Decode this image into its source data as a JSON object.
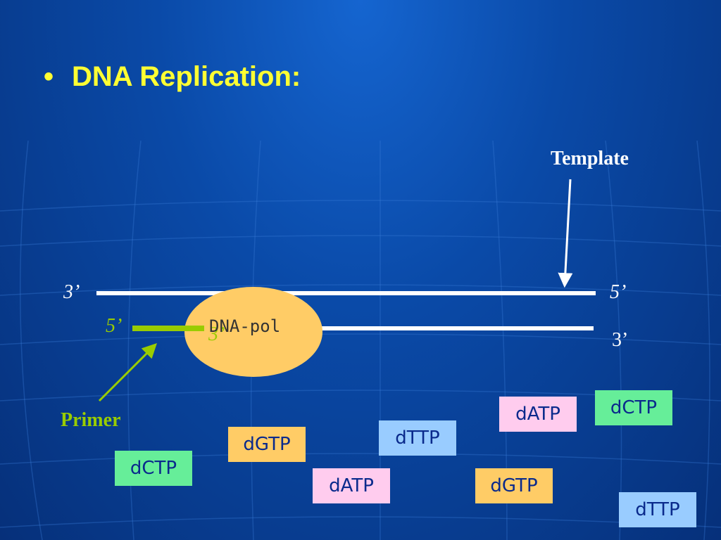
{
  "title": {
    "bullet": "•",
    "text": "DNA Replication:"
  },
  "labels": {
    "template": "Template",
    "primer": "Primer",
    "polymerase": "DNA-pol"
  },
  "strand_ends": {
    "template_left": "3’",
    "template_right": "5’",
    "primer_left": "5’",
    "primer_right": "3’",
    "new_strand_right": "3’"
  },
  "nucleotides": [
    {
      "label": "dCTP",
      "color": "#66ee99"
    },
    {
      "label": "dGTP",
      "color": "#ffcc66"
    },
    {
      "label": "dATP",
      "color": "#ffccee"
    },
    {
      "label": "dTTP",
      "color": "#99ccff"
    },
    {
      "label": "dATP",
      "color": "#ffccee"
    },
    {
      "label": "dGTP",
      "color": "#ffcc66"
    },
    {
      "label": "dCTP",
      "color": "#66ee99"
    },
    {
      "label": "dTTP",
      "color": "#99ccff"
    }
  ],
  "colors": {
    "title": "#ffff33",
    "primer": "#99cc00",
    "strand": "#ffffff",
    "polymerase": "#ffcc66",
    "nucleotide_text": "#0a2a8c"
  }
}
